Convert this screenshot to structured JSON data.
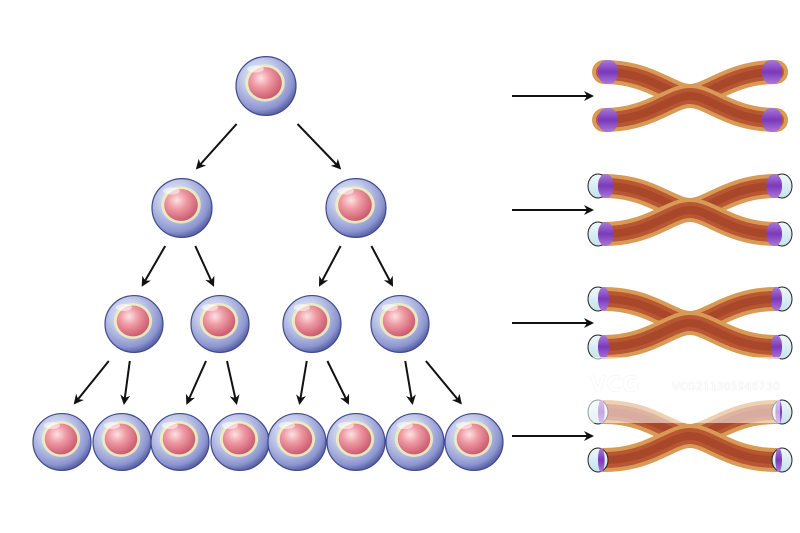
{
  "watermark": {
    "logo_text": "VCG",
    "id_text": "VCG211305946730"
  },
  "colors": {
    "background": "#ffffff",
    "cell_membrane": "#aeb8e6",
    "cell_nucleus": "#e58c98",
    "chromatid_body": "#b4502e",
    "chromatid_cover": "#d99a56",
    "telomere": "#8d4bc4",
    "telomere_loss_cap": "#d6ecf3",
    "arrow": "#111111"
  },
  "diagram": {
    "generations": 4,
    "cells_per_generation": [
      1,
      2,
      4,
      8
    ],
    "telomere_fraction_by_generation": [
      1.0,
      0.78,
      0.55,
      0.33
    ]
  }
}
